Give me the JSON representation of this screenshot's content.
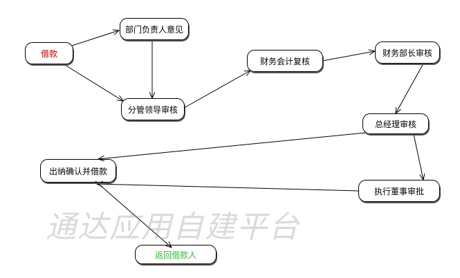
{
  "nodes": {
    "loan": {
      "label": "借款",
      "color": "#c00000"
    },
    "dept_head": {
      "label": "部门负责人意见",
      "color": "#000000"
    },
    "leader": {
      "label": "分管领导审核",
      "color": "#000000"
    },
    "accountant": {
      "label": "财务会计复核",
      "color": "#000000"
    },
    "finance_head": {
      "label": "财务部长审核",
      "color": "#000000"
    },
    "gm": {
      "label": "总经理审核",
      "color": "#000000"
    },
    "board": {
      "label": "执行董事审批",
      "color": "#000000"
    },
    "cashier": {
      "label": "出纳确认并借款",
      "color": "#000000"
    },
    "return": {
      "label": "返回借款人",
      "color": "#2bbf2b"
    }
  },
  "watermark": "通达应用自建平台"
}
